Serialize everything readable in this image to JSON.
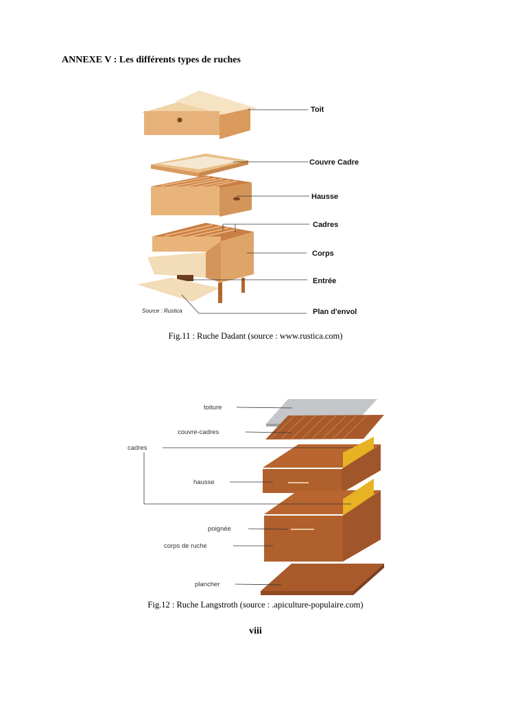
{
  "heading": "ANNEXE V : Les différents types de ruches",
  "figure1": {
    "caption": "Fig.11 : Ruche Dadant (source : www.rustica.com)",
    "source_note": "Source : Rustica",
    "labels": [
      "Toit",
      "Couvre Cadre",
      "Hausse",
      "Cadres",
      "Corps",
      "Entrée",
      "Plan d'envol"
    ]
  },
  "figure2": {
    "caption": "Fig.12 : Ruche Langstroth (source : .apiculture-populaire.com)",
    "labels": [
      "toiture",
      "couvre-cadres",
      "cadres",
      "hausse",
      "poignée",
      "corps de ruche",
      "plancher"
    ]
  },
  "page_number": "viii",
  "colors": {
    "wood_light": "#e8b57a",
    "wood_dark": "#b5652f",
    "roof_grey": "#c4c6c9",
    "frame_yellow": "#e7b224"
  }
}
